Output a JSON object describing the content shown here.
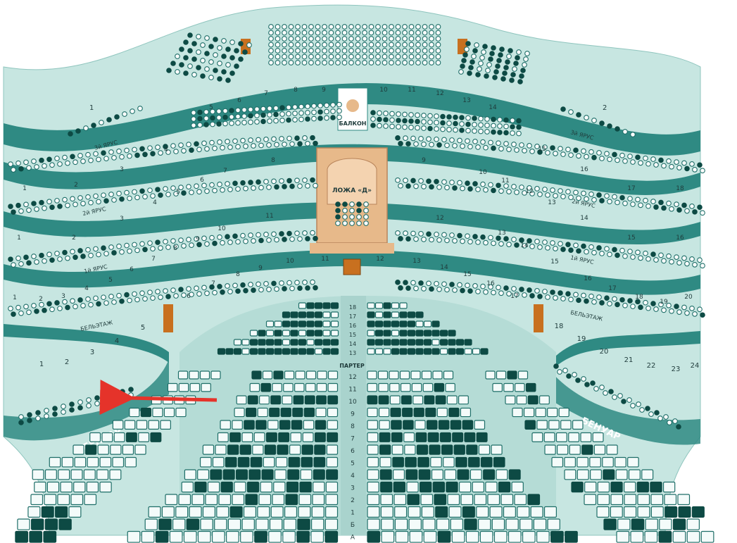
{
  "balcony": {
    "label": "БАЛКОН",
    "left_box": "1",
    "right_box": "2",
    "boxes_left": [
      "5",
      "6",
      "7",
      "8",
      "9"
    ],
    "boxes_right": [
      "10",
      "11",
      "12",
      "13",
      "14"
    ]
  },
  "tier3": {
    "label": "3й ЯРУС",
    "boxes_left": [
      "4"
    ],
    "boxes_right": [
      "15",
      "16",
      "17",
      "18"
    ]
  },
  "tier2": {
    "label": "2й ЯРУС",
    "boxes": [
      "1",
      "2",
      "3",
      "4",
      "5",
      "6",
      "7",
      "8",
      "9",
      "10",
      "11",
      "12",
      "13",
      "14",
      "15",
      "16",
      "17",
      "18"
    ]
  },
  "tier1": {
    "label": "1й ЯРУС",
    "boxes": [
      "1",
      "2",
      "3",
      "4",
      "5",
      "6",
      "7",
      "8",
      "9",
      "10",
      "11",
      "12",
      "13",
      "14",
      "15",
      "16"
    ]
  },
  "royal_box": {
    "label": "ЛОЖА «Д»"
  },
  "beletage": {
    "label": "БЕЛЬЭТАЖ",
    "boxes": [
      "1",
      "2",
      "3",
      "4",
      "5",
      "6",
      "7",
      "8",
      "9",
      "10",
      "11",
      "12",
      "13",
      "14",
      "15",
      "16",
      "17",
      "18",
      "19",
      "20"
    ]
  },
  "benoir": {
    "label": "БЕНУАР",
    "boxes": [
      "1",
      "2",
      "3",
      "4",
      "5",
      "18",
      "19",
      "20",
      "21",
      "22",
      "23",
      "24"
    ]
  },
  "parterre": {
    "label": "ПАРТЕР",
    "rows_upper": [
      "18",
      "17",
      "16",
      "15",
      "14",
      "13"
    ],
    "rows_lower": [
      "12",
      "11",
      "10",
      "9",
      "8",
      "7",
      "6",
      "5",
      "4",
      "3",
      "2",
      "1",
      "Б",
      "А"
    ]
  },
  "colors": {
    "hall": "#c3e4e0",
    "wall": "#2f8a83",
    "sold": "#0d4a44",
    "free": "#ffffff",
    "accent_red": "#e5332a",
    "box_gold": "#e7b98a"
  }
}
